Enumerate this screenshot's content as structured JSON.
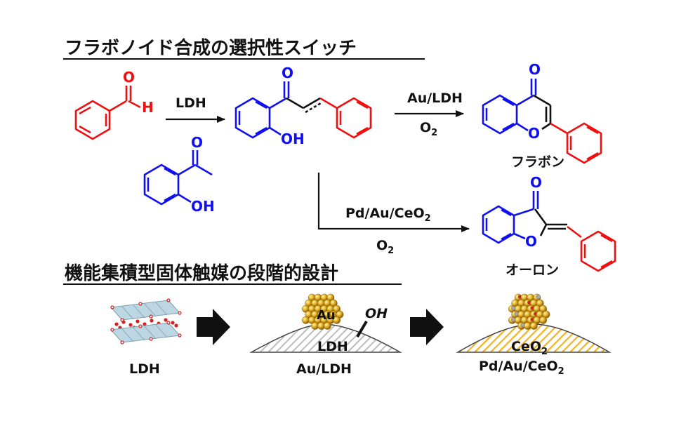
{
  "section_titles": {
    "top": "フラボノイド合成の選択性スイッチ",
    "bottom": "機能集積型固体触媒の段階的設計"
  },
  "reaction": {
    "aldehyde_o": "O",
    "aldehyde_h": "H",
    "acetophenone_o": "O",
    "acetophenone_oh": "OH",
    "chalcone_o": "O",
    "chalcone_oh": "OH",
    "step1_reagent": "LDH",
    "flavone_route": {
      "catalyst": "Au/LDH",
      "oxidant": "O",
      "oxidant_sub": "2"
    },
    "aurone_route": {
      "catalyst": "Pd/Au/CeO",
      "catalyst_sub": "2",
      "oxidant": "O",
      "oxidant_sub": "2"
    },
    "flavone_o_carbonyl": "O",
    "flavone_o_ring": "O",
    "aurone_o_carbonyl": "O",
    "aurone_o_ring": "O",
    "product1_name": "フラボン",
    "product2_name": "オーロン"
  },
  "catalysts": {
    "ldh_caption": "LDH",
    "au_particle_label": "Au",
    "oh_label": "OH",
    "support1_label": "LDH",
    "au_ldh_caption": "Au/LDH",
    "support2_label": "CeO",
    "support2_label_sub": "2",
    "pd_caption": "Pd/Au/CeO",
    "pd_caption_sub": "2"
  },
  "colors": {
    "blue_fragment": "#1010ee",
    "red_fragment": "#ee1010",
    "gold": "#d9a520",
    "ceria_hatch": "#f0b429"
  }
}
